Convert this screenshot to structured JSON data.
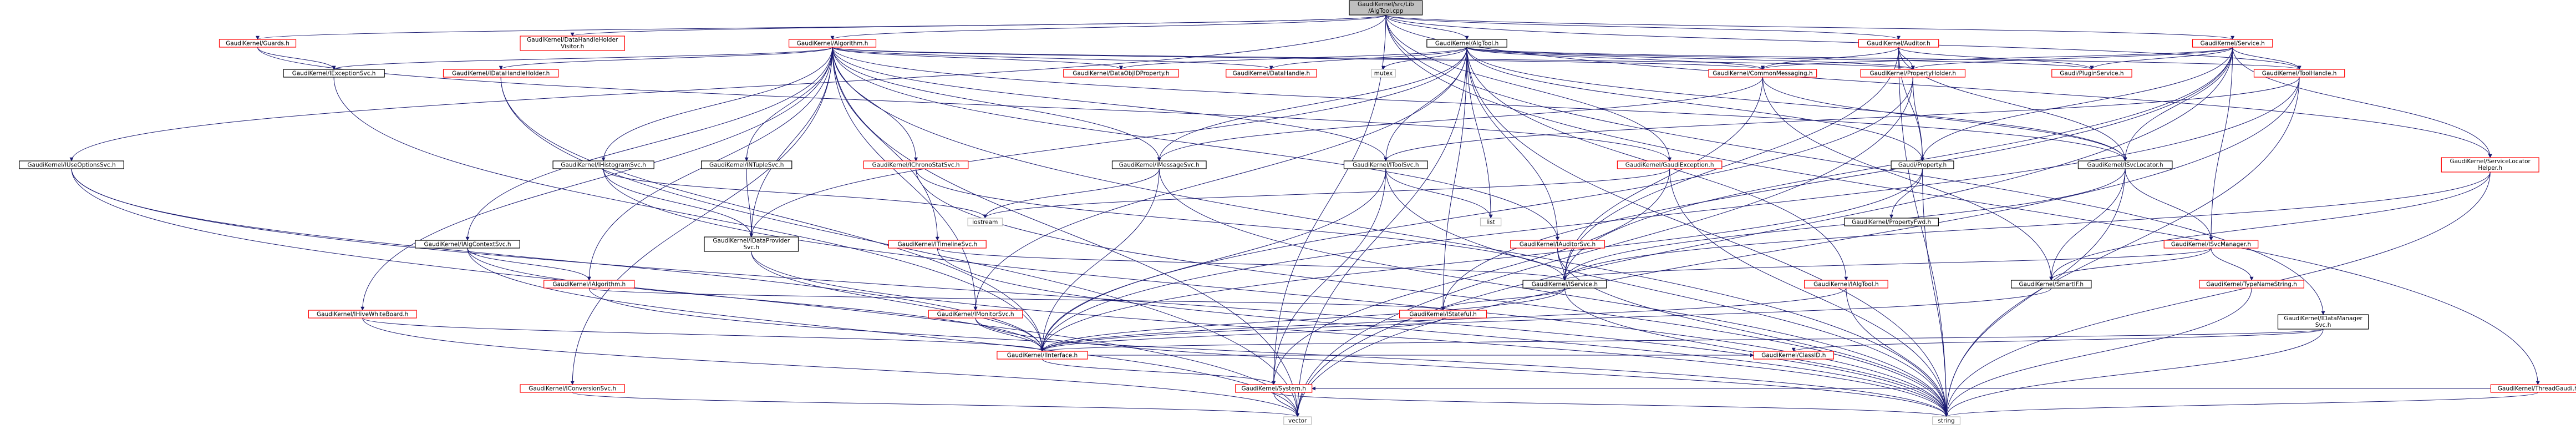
{
  "title": "GaudiKernel/src/Lib/AlgTool.cpp",
  "colors": {
    "root_fill": "#bfbfbf",
    "node_fill": "#ffffff",
    "normal_border": "#000000",
    "missing_border": "#ff0000",
    "edge": "#191970"
  },
  "nodes": [
    {
      "id": "root",
      "lines": [
        "GaudiKernel/src/Lib",
        "/AlgTool.cpp"
      ],
      "style": "root"
    },
    {
      "id": "guards",
      "lines": [
        "GaudiKernel/Guards.h"
      ],
      "style": "red"
    },
    {
      "id": "dataobjholder",
      "lines": [
        "GaudiKernel/DataHandleHolder",
        "Visitor.h"
      ],
      "style": "red"
    },
    {
      "id": "ialgorithm_h",
      "lines": [
        "GaudiKernel/Algorithm.h"
      ],
      "style": "red"
    },
    {
      "id": "algtool_h",
      "lines": [
        "GaudiKernel/AlgTool.h"
      ],
      "style": "black"
    },
    {
      "id": "auditor_h",
      "lines": [
        "GaudiKernel/Auditor.h"
      ],
      "style": "red"
    },
    {
      "id": "service_h",
      "lines": [
        "GaudiKernel/Service.h"
      ],
      "style": "red"
    },
    {
      "id": "iexceptionsvc",
      "lines": [
        "GaudiKernel/IExceptionSvc.h"
      ],
      "style": "black"
    },
    {
      "id": "idatahandleholder",
      "lines": [
        "GaudiKernel/IDataHandleHolder.h"
      ],
      "style": "red"
    },
    {
      "id": "dataobjidprop",
      "lines": [
        "GaudiKernel/DataObjIDProperty.h"
      ],
      "style": "red"
    },
    {
      "id": "datahandle",
      "lines": [
        "GaudiKernel/DataHandle.h"
      ],
      "style": "red"
    },
    {
      "id": "mutex",
      "lines": [
        "mutex"
      ],
      "style": "gray"
    },
    {
      "id": "commonmessaging",
      "lines": [
        "GaudiKernel/CommonMessaging.h"
      ],
      "style": "red"
    },
    {
      "id": "propertyholder",
      "lines": [
        "GaudiKernel/PropertyHolder.h"
      ],
      "style": "red"
    },
    {
      "id": "ipluginservice",
      "lines": [
        "Gaudi/PluginService.h"
      ],
      "style": "red"
    },
    {
      "id": "toolhandle",
      "lines": [
        "GaudiKernel/ToolHandle.h"
      ],
      "style": "red"
    },
    {
      "id": "iuseoptions",
      "lines": [
        "GaudiKernel/IUseOptionsSvc.h"
      ],
      "style": "black"
    },
    {
      "id": "ihistogramsvc",
      "lines": [
        "GaudiKernel/IHistogramSvc.h"
      ],
      "style": "black"
    },
    {
      "id": "intuplesvc",
      "lines": [
        "GaudiKernel/INTupleSvc.h"
      ],
      "style": "black"
    },
    {
      "id": "ichronostatsvc",
      "lines": [
        "GaudiKernel/IChronoStatSvc.h"
      ],
      "style": "red"
    },
    {
      "id": "imessagesvc",
      "lines": [
        "GaudiKernel/IMessageSvc.h"
      ],
      "style": "black"
    },
    {
      "id": "itoolsvc",
      "lines": [
        "GaudiKernel/IToolSvc.h"
      ],
      "style": "black"
    },
    {
      "id": "gaudiexception",
      "lines": [
        "GaudiKernel/GaudiException.h"
      ],
      "style": "red"
    },
    {
      "id": "property_h",
      "lines": [
        "Gaudi/Property.h"
      ],
      "style": "black"
    },
    {
      "id": "isvclocator",
      "lines": [
        "GaudiKernel/ISvcLocator.h"
      ],
      "style": "black"
    },
    {
      "id": "svclocatorhelper",
      "lines": [
        "GaudiKernel/ServiceLocator",
        "Helper.h"
      ],
      "style": "red"
    },
    {
      "id": "ialgcontextsvc",
      "lines": [
        "GaudiKernel/IAlgContextSvc.h"
      ],
      "style": "black"
    },
    {
      "id": "idataprovidersvc",
      "lines": [
        "GaudiKernel/IDataProvider",
        "Svc.h"
      ],
      "style": "black"
    },
    {
      "id": "itimelinesvc",
      "lines": [
        "GaudiKernel/ITimelineSvc.h"
      ],
      "style": "red"
    },
    {
      "id": "iostream",
      "lines": [
        "iostream"
      ],
      "style": "gray"
    },
    {
      "id": "list",
      "lines": [
        "list"
      ],
      "style": "gray"
    },
    {
      "id": "iauditorsvc",
      "lines": [
        "GaudiKernel/IAuditorSvc.h"
      ],
      "style": "red"
    },
    {
      "id": "propertyfwd",
      "lines": [
        "GaudiKernel/PropertyFwd.h"
      ],
      "style": "black"
    },
    {
      "id": "isvcmanager",
      "lines": [
        "GaudiKernel/ISvcManager.h"
      ],
      "style": "red"
    },
    {
      "id": "ialgorithm",
      "lines": [
        "GaudiKernel/IAlgorithm.h"
      ],
      "style": "red"
    },
    {
      "id": "iservice",
      "lines": [
        "GaudiKernel/IService.h"
      ],
      "style": "black"
    },
    {
      "id": "ialgtool",
      "lines": [
        "GaudiKernel/IAlgTool.h"
      ],
      "style": "red"
    },
    {
      "id": "smartif",
      "lines": [
        "GaudiKernel/SmartIF.h"
      ],
      "style": "black"
    },
    {
      "id": "typenamestring",
      "lines": [
        "GaudiKernel/TypeNameString.h"
      ],
      "style": "red"
    },
    {
      "id": "ihivewhiteboard",
      "lines": [
        "GaudiKernel/IHiveWhiteBoard.h"
      ],
      "style": "red"
    },
    {
      "id": "imonitorsvc",
      "lines": [
        "GaudiKernel/IMonitorSvc.h"
      ],
      "style": "red"
    },
    {
      "id": "istateful",
      "lines": [
        "GaudiKernel/IStateful.h"
      ],
      "style": "red"
    },
    {
      "id": "idatamanagersvc",
      "lines": [
        "GaudiKernel/IDataManager",
        "Svc.h"
      ],
      "style": "black"
    },
    {
      "id": "iinterface",
      "lines": [
        "GaudiKernel/IInterface.h"
      ],
      "style": "red"
    },
    {
      "id": "classid",
      "lines": [
        "GaudiKernel/ClassID.h"
      ],
      "style": "red"
    },
    {
      "id": "iconversionsvc",
      "lines": [
        "GaudiKernel/IConversionSvc.h"
      ],
      "style": "red"
    },
    {
      "id": "system",
      "lines": [
        "GaudiKernel/System.h"
      ],
      "style": "red"
    },
    {
      "id": "threadgaudi",
      "lines": [
        "GaudiKernel/ThreadGaudi.h"
      ],
      "style": "red"
    },
    {
      "id": "vector",
      "lines": [
        "vector"
      ],
      "style": "gray"
    },
    {
      "id": "string",
      "lines": [
        "string"
      ],
      "style": "gray"
    }
  ]
}
